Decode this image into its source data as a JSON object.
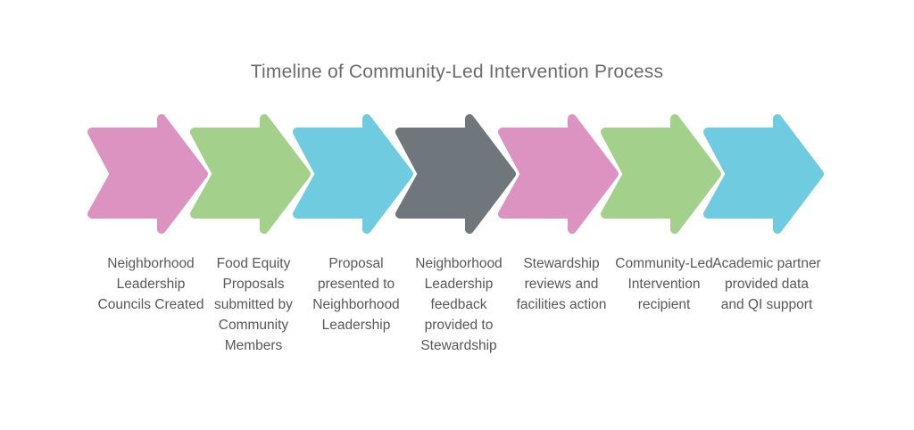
{
  "title": "Timeline of Community-Led Intervention Process",
  "colors": {
    "pink": "#dd93c2",
    "green": "#a3d18c",
    "blue": "#6ecbe0",
    "gray": "#6f767c",
    "text": "#585858",
    "title": "#6b6b6b"
  },
  "steps": [
    {
      "label": "Neighborhood Leadership Councils Created",
      "color": "#dd93c2"
    },
    {
      "label": "Food Equity Proposals submitted by Community Members",
      "color": "#a3d18c"
    },
    {
      "label": "Proposal presented to Neighborhood Leadership",
      "color": "#6ecbe0"
    },
    {
      "label": "Neighborhood Leadership feedback provided to Stewardship",
      "color": "#6f767c"
    },
    {
      "label": "Stewardship reviews and facilities action",
      "color": "#dd93c2"
    },
    {
      "label": "Community-Led Intervention recipient",
      "color": "#a3d18c"
    },
    {
      "label": "Academic partner provided data and QI support",
      "color": "#6ecbe0"
    }
  ]
}
